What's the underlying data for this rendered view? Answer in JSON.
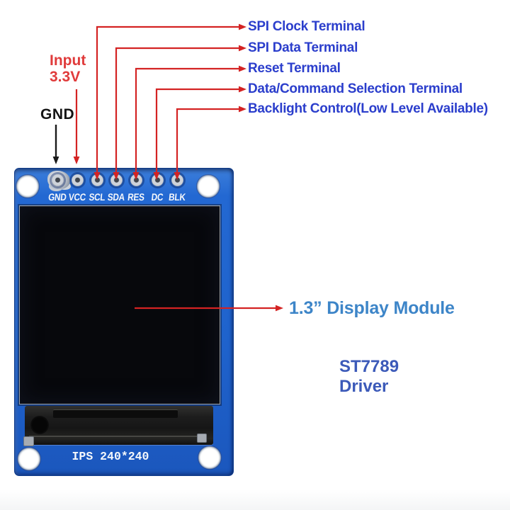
{
  "colors": {
    "background": "#ffffff",
    "line_red": "#d42323",
    "arrow_black": "#1a1a1a",
    "terminal_label_blue": "#2b3ecc",
    "display_label_blue": "#3d85c8",
    "driver_label_blue": "#3c5ab9",
    "input_label_red": "#e03b3b",
    "gnd_label_black": "#141414",
    "pcb_blue": "#2368d2",
    "pcb_blue_dark": "#1b57bd",
    "pcb_blue_light": "#3c7edb",
    "silkscreen_white": "#f4f7fb",
    "screen_black": "#07080c"
  },
  "annotations": {
    "input": {
      "line1": "Input",
      "line2": "3.3V"
    },
    "gnd": "GND",
    "terminals": [
      {
        "pin": "SCL",
        "label": "SPI Clock Terminal"
      },
      {
        "pin": "SDA",
        "label": "SPI Data Terminal"
      },
      {
        "pin": "RES",
        "label": "Reset Terminal"
      },
      {
        "pin": "DC",
        "label": "Data/Command Selection Terminal"
      },
      {
        "pin": "BLK",
        "label": "Backlight Control(Low Level Available)"
      }
    ],
    "display_module": "1.3”  Display Module",
    "driver": {
      "line1": "ST7789",
      "line2": "Driver"
    }
  },
  "board": {
    "pin_labels": [
      "GND",
      "VCC",
      "SCL",
      "SDA",
      "RES",
      "DC",
      "BLK"
    ],
    "bottom_silkscreen": "IPS 240*240"
  }
}
